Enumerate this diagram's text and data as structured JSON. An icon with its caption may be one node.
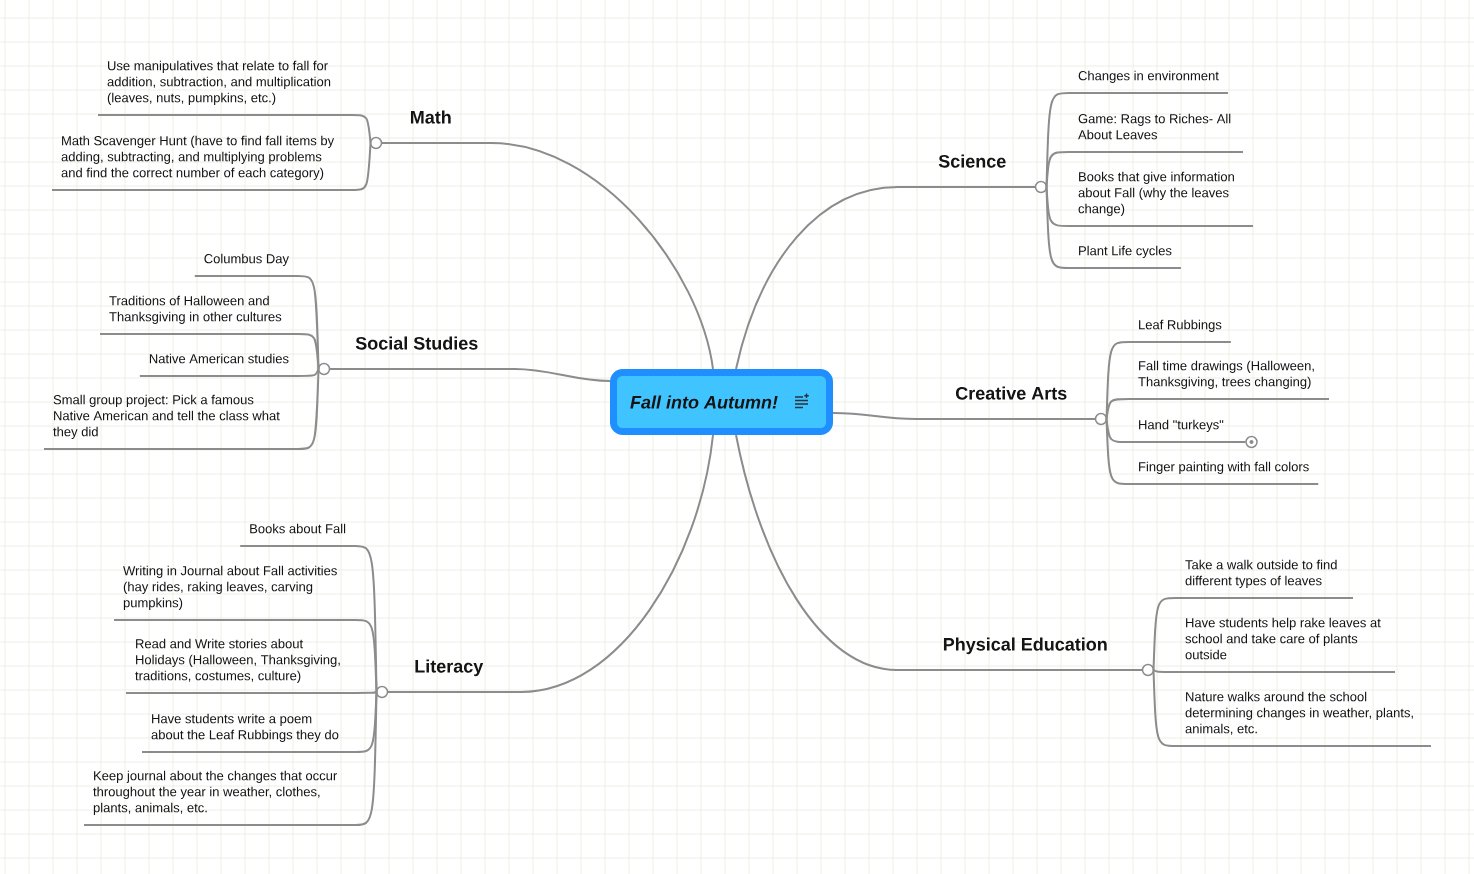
{
  "diagram": {
    "nodes": [
      {
        "text": [
          "Fall into Autumn!"
        ]
      },
      {
        "text": [
          "Math"
        ]
      },
      {
        "text": [
          "Use manipulatives that relate to fall for addition, subtraction, and multiplication (leaves, nuts, pumpkins, etc.)"
        ]
      },
      {
        "text": [
          "Math Scavenger Hunt (have to find fall items by adding, subtracting, and multiplying problems and find the correct number of each category)"
        ]
      },
      {
        "text": [
          "Social Studies"
        ]
      },
      {
        "text": [
          "Columbus Day"
        ]
      },
      {
        "text": [
          "Traditions of Halloween and Thanksgiving in other cultures"
        ]
      },
      {
        "text": [
          "Native American studies"
        ]
      },
      {
        "text": [
          "Small group project: Pick a famous Native American and tell the class what they did"
        ]
      },
      {
        "text": [
          "Literacy"
        ]
      },
      {
        "text": [
          "Books about Fall"
        ]
      },
      {
        "text": [
          "Writing in Journal about Fall activities (hay rides, raking leaves, carving pumpkins)"
        ]
      },
      {
        "text": [
          "Read and Write stories about Holidays (Halloween, Thanksgiving, traditions, costumes, culture)"
        ]
      },
      {
        "text": [
          "Have students write a poem about the Leaf Rubbings they do"
        ]
      },
      {
        "text": [
          "Keep journal about the changes that occur throughout the year in weather, clothes, plants, animals, etc."
        ]
      },
      {
        "text": [
          "Science"
        ]
      },
      {
        "text": [
          "Changes in environment"
        ]
      },
      {
        "text": [
          "Game: Rags to Riches- All About Leaves"
        ]
      },
      {
        "text": [
          "Books that give information about Fall (why the leaves change)"
        ]
      },
      {
        "text": [
          "Plant Life cycles"
        ]
      },
      {
        "text": [
          "Creative Arts"
        ]
      },
      {
        "text": [
          "Leaf Rubbings"
        ]
      },
      {
        "text": [
          "Fall time drawings (Halloween, Thanksgiving, trees changing)"
        ]
      },
      {
        "text": [
          "Hand \"turkeys\""
        ]
      },
      {
        "text": [
          "Finger painting with fall colors"
        ]
      },
      {
        "text": [
          "Physical Education"
        ]
      },
      {
        "text": [
          "Take a walk outside to find different types of leaves"
        ]
      },
      {
        "text": [
          "Have students help rake leaves at school and take care of plants outside"
        ]
      },
      {
        "text": [
          "Nature walks around the school determining changes in weather, plants, animals, etc."
        ]
      }
    ],
    "edges": [
      {
        "from": 0,
        "to": 1,
        "arrow": "none"
      },
      {
        "from": 1,
        "to": 2,
        "arrow": "none"
      },
      {
        "from": 1,
        "to": 3,
        "arrow": "none"
      },
      {
        "from": 0,
        "to": 4,
        "arrow": "none"
      },
      {
        "from": 4,
        "to": 5,
        "arrow": "none"
      },
      {
        "from": 4,
        "to": 6,
        "arrow": "none"
      },
      {
        "from": 4,
        "to": 7,
        "arrow": "none"
      },
      {
        "from": 4,
        "to": 8,
        "arrow": "none"
      },
      {
        "from": 0,
        "to": 9,
        "arrow": "none"
      },
      {
        "from": 9,
        "to": 10,
        "arrow": "none"
      },
      {
        "from": 9,
        "to": 11,
        "arrow": "none"
      },
      {
        "from": 9,
        "to": 12,
        "arrow": "none"
      },
      {
        "from": 9,
        "to": 13,
        "arrow": "none"
      },
      {
        "from": 9,
        "to": 14,
        "arrow": "none"
      },
      {
        "from": 0,
        "to": 15,
        "arrow": "none"
      },
      {
        "from": 15,
        "to": 16,
        "arrow": "none"
      },
      {
        "from": 15,
        "to": 17,
        "arrow": "none"
      },
      {
        "from": 15,
        "to": 18,
        "arrow": "none"
      },
      {
        "from": 15,
        "to": 19,
        "arrow": "none"
      },
      {
        "from": 0,
        "to": 20,
        "arrow": "none"
      },
      {
        "from": 20,
        "to": 21,
        "arrow": "none"
      },
      {
        "from": 20,
        "to": 22,
        "arrow": "none"
      },
      {
        "from": 20,
        "to": 23,
        "arrow": "none"
      },
      {
        "from": 20,
        "to": 24,
        "arrow": "none"
      },
      {
        "from": 0,
        "to": 25,
        "arrow": "none"
      },
      {
        "from": 25,
        "to": 26,
        "arrow": "none"
      },
      {
        "from": 25,
        "to": 27,
        "arrow": "none"
      },
      {
        "from": 25,
        "to": 28,
        "arrow": "none"
      }
    ]
  }
}
